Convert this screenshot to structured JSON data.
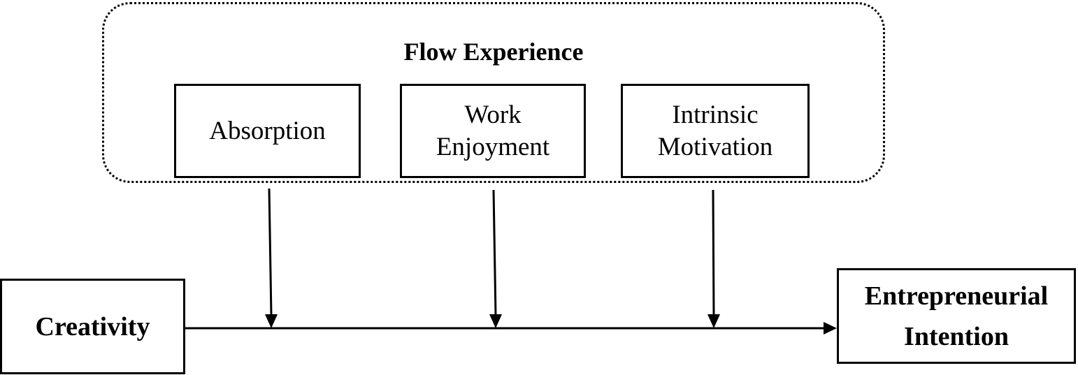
{
  "diagram": {
    "group": {
      "title": "Flow Experience",
      "items": [
        {
          "id": "absorption",
          "label": "Absorption"
        },
        {
          "id": "work-enjoyment",
          "label": "Work\nEnjoyment"
        },
        {
          "id": "intrinsic-motivation",
          "label": "Intrinsic\nMotivation"
        }
      ]
    },
    "independent_variable": {
      "label": "Creativity"
    },
    "dependent_variable": {
      "label": "Entrepreneurial\nIntention"
    },
    "edges": [
      {
        "from": "Creativity",
        "to": "Entrepreneurial Intention",
        "type": "direct"
      },
      {
        "from": "Absorption",
        "to": "Creativity → Entrepreneurial Intention",
        "type": "moderation"
      },
      {
        "from": "Work Enjoyment",
        "to": "Creativity → Entrepreneurial Intention",
        "type": "moderation"
      },
      {
        "from": "Intrinsic Motivation",
        "to": "Creativity → Entrepreneurial Intention",
        "type": "moderation"
      }
    ],
    "colors": {
      "stroke": "#000000",
      "background": "#ffffff"
    }
  }
}
